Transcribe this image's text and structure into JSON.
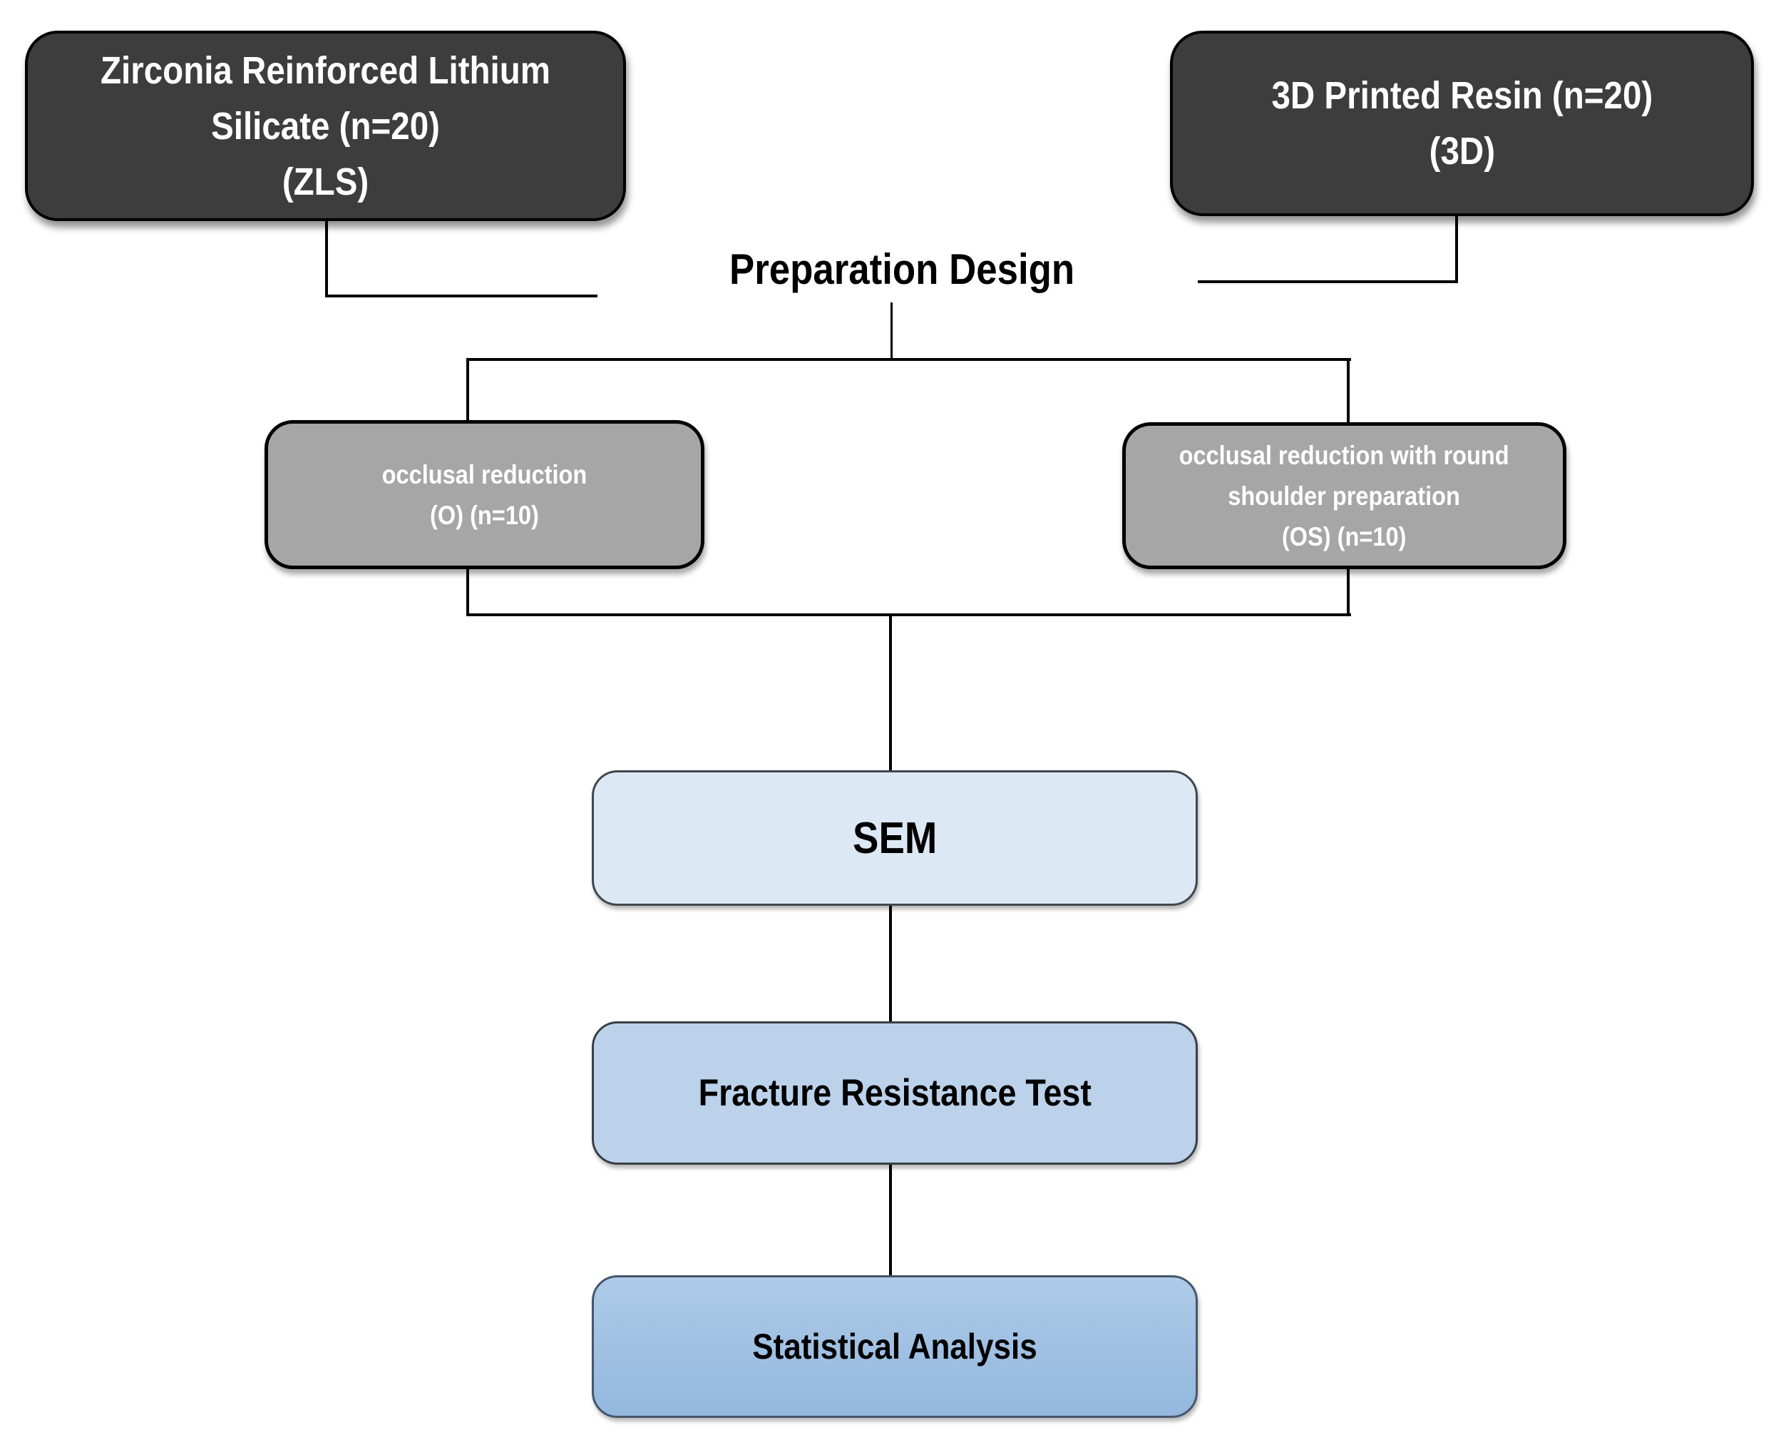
{
  "palette": {
    "dark_box_fill": "#3d3d3d",
    "dark_box_text": "#ffffff",
    "gray_box_fill": "#a6a6a6",
    "gray_box_text": "#ffffff",
    "sem_box_fill": "#dce8f4",
    "fracture_box_fill": "#bcd2ea",
    "stats_box_fill_top": "#aecbe8",
    "stats_box_fill_bottom": "#93b7de",
    "box_text_dark": "#000000",
    "connector_color": "#000000",
    "background": "#ffffff"
  },
  "nodes": {
    "zls": {
      "lines": [
        "Zirconia Reinforced Lithium",
        "Silicate (n=20)",
        "(ZLS)"
      ]
    },
    "printed3d": {
      "lines": [
        "3D Printed Resin (n=20)",
        "(3D)"
      ]
    },
    "prep": {
      "label": "Preparation Design"
    },
    "occlusal": {
      "lines": [
        "occlusal reduction",
        "(O) (n=10)"
      ]
    },
    "occlusal_shoulder": {
      "lines": [
        "occlusal reduction with round",
        "shoulder preparation",
        "(OS) (n=10)"
      ]
    },
    "sem": {
      "label": "SEM"
    },
    "fracture": {
      "label": "Fracture Resistance Test"
    },
    "stats": {
      "label": "Statistical Analysis"
    }
  }
}
